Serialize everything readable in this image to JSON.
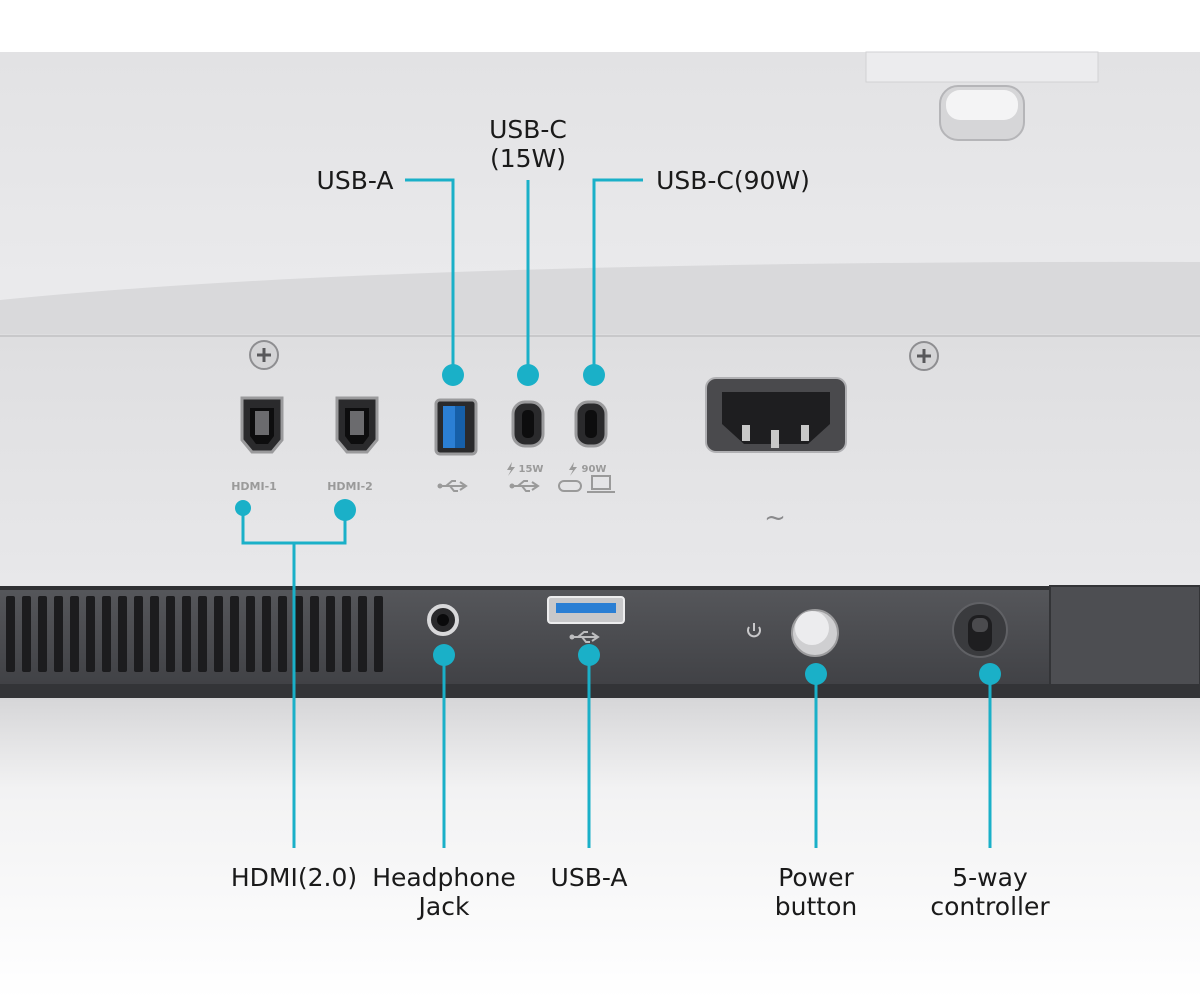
{
  "callouts": {
    "top": {
      "usb_a": "USB-A",
      "usb_c_15w_line1": "USB-C",
      "usb_c_15w_line2": "(15W)",
      "usb_c_90w": "USB-C(90W)"
    },
    "bottom": {
      "hdmi": "HDMI(2.0)",
      "headphone_line1": "Headphone",
      "headphone_line2": "Jack",
      "usb_a": "USB-A",
      "power_line1": "Power",
      "power_line2": "button",
      "controller_line1": "5-way",
      "controller_line2": "controller"
    }
  },
  "port_markings": {
    "hdmi_1": "HDMI-1",
    "hdmi_2": "HDMI-2",
    "usb_c_15w_rating": "15W",
    "usb_c_90w_rating": "90W",
    "ac_symbol": "~"
  },
  "colors": {
    "callout_accent": "#1ab0c8",
    "chassis_light": "#e4e4e6",
    "chassis_dark": "#4a4b4f",
    "usb_blue": "#2b7fd4"
  },
  "icons": {
    "usb_symbol": "usb-icon",
    "lightning": "lightning-icon",
    "laptop": "laptop-icon",
    "screw": "screw-icon",
    "power_symbol": "power-icon"
  }
}
